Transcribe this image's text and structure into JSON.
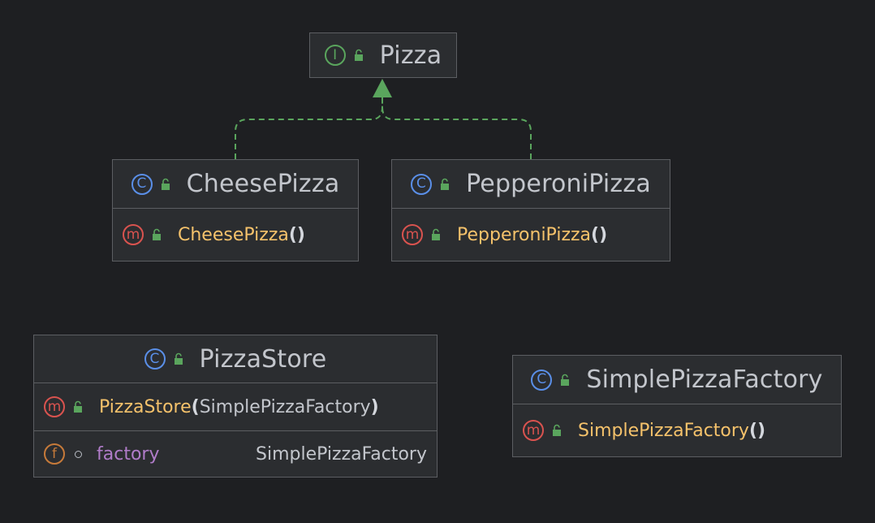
{
  "diagram": {
    "colors": {
      "background": "#1e1f22",
      "node_fill": "#2b2d30",
      "node_border": "#5c5e62",
      "class_icon": "#5a8fe8",
      "interface_icon": "#5aa55d",
      "method_icon": "#d9534f",
      "field_icon": "#c67a3a",
      "public_lock": "#5aa55d",
      "method_name": "#f5c26b",
      "field_name": "#b07cc9",
      "realization_edge": "#5aa55d"
    },
    "pizza": {
      "kind": "I",
      "name": "Pizza"
    },
    "cheese_pizza": {
      "kind": "C",
      "name": "CheesePizza",
      "constructor": {
        "kind": "m",
        "name": "CheesePizza",
        "parens": "()"
      }
    },
    "pepperoni_pizza": {
      "kind": "C",
      "name": "PepperoniPizza",
      "constructor": {
        "kind": "m",
        "name": "PepperoniPizza",
        "parens": "()"
      }
    },
    "pizza_store": {
      "kind": "C",
      "name": "PizzaStore",
      "constructor": {
        "kind": "m",
        "name": "PizzaStore",
        "open": "(",
        "param": "SimplePizzaFactory",
        "close": ")"
      },
      "field": {
        "kind": "f",
        "name": "factory",
        "type": "SimplePizzaFactory"
      }
    },
    "simple_pizza_factory": {
      "kind": "C",
      "name": "SimplePizzaFactory",
      "constructor": {
        "kind": "m",
        "name": "SimplePizzaFactory",
        "parens": "()"
      }
    }
  }
}
